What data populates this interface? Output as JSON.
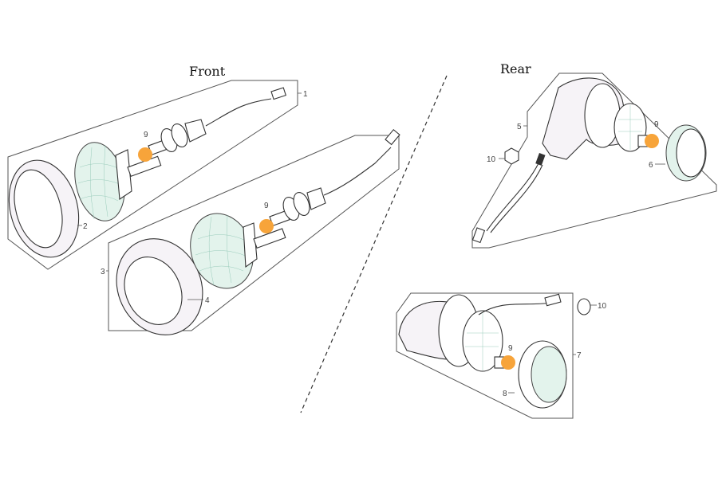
{
  "diagram": {
    "sections": [
      {
        "title": "Front"
      },
      {
        "title": "Rear"
      }
    ],
    "callouts": {
      "front_upper": {
        "housing": "1",
        "rim": "2",
        "bulb": "9"
      },
      "front_lower": {
        "housing": "3",
        "rim": "4",
        "bulb": "9"
      },
      "rear_upper": {
        "housing": "5",
        "lens": "6",
        "nut": "10",
        "bulb": "9"
      },
      "rear_lower": {
        "housing": "7",
        "lens": "8",
        "nut": "10",
        "bulb": "9"
      }
    },
    "colors": {
      "bulb": "#f7a43a",
      "lens": "#e3f3ec",
      "shell": "#f6f3f7"
    }
  }
}
